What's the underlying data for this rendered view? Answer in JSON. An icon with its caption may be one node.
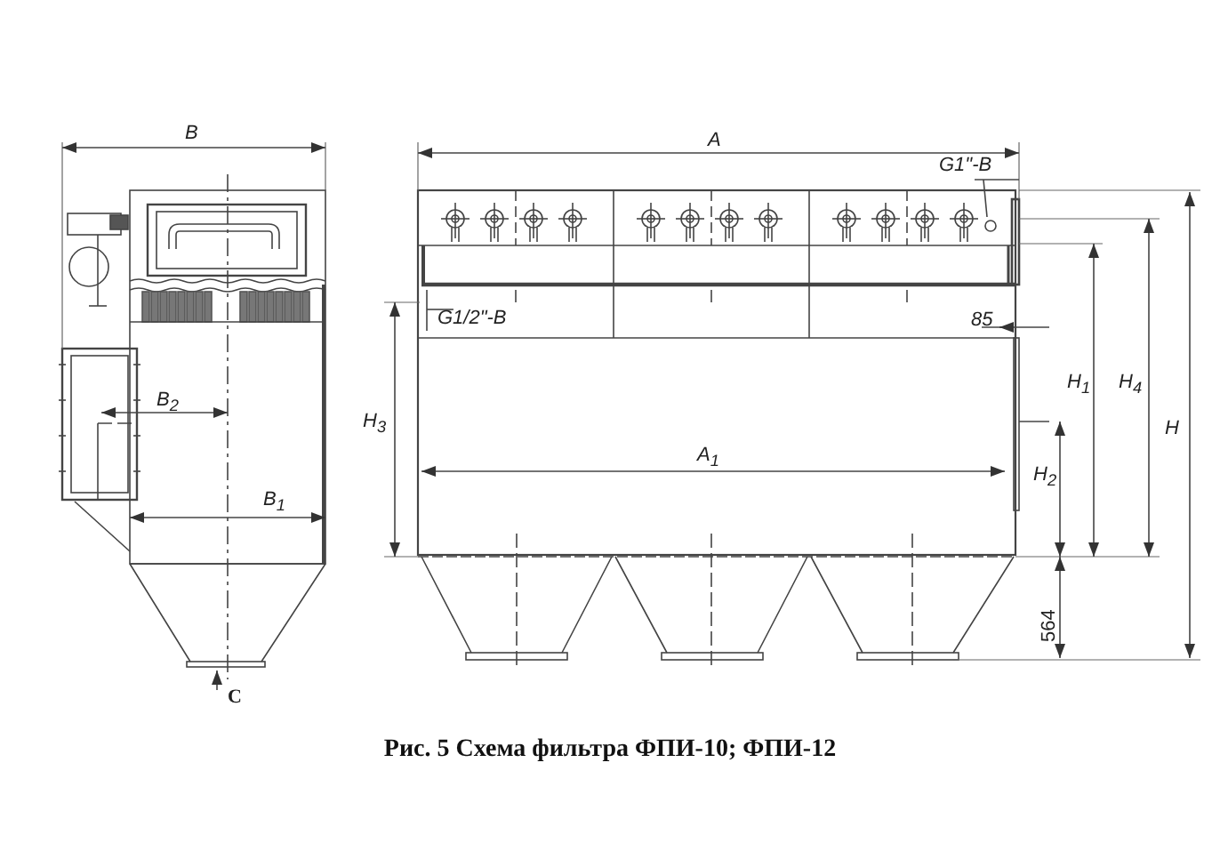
{
  "diagram": {
    "caption": "Рис. 5 Схема фильтра ФПИ-10; ФПИ-12",
    "labels": [
      "B",
      "B$_{2}$",
      "B$_{1}$",
      "C",
      "A",
      "G1\"-B",
      "G1/2\"-B",
      "85",
      "A$_{1}$",
      "H$_{3}$",
      "H$_{1}$",
      "H$_{4}$",
      "H",
      "H$_{2}$",
      "564"
    ]
  }
}
